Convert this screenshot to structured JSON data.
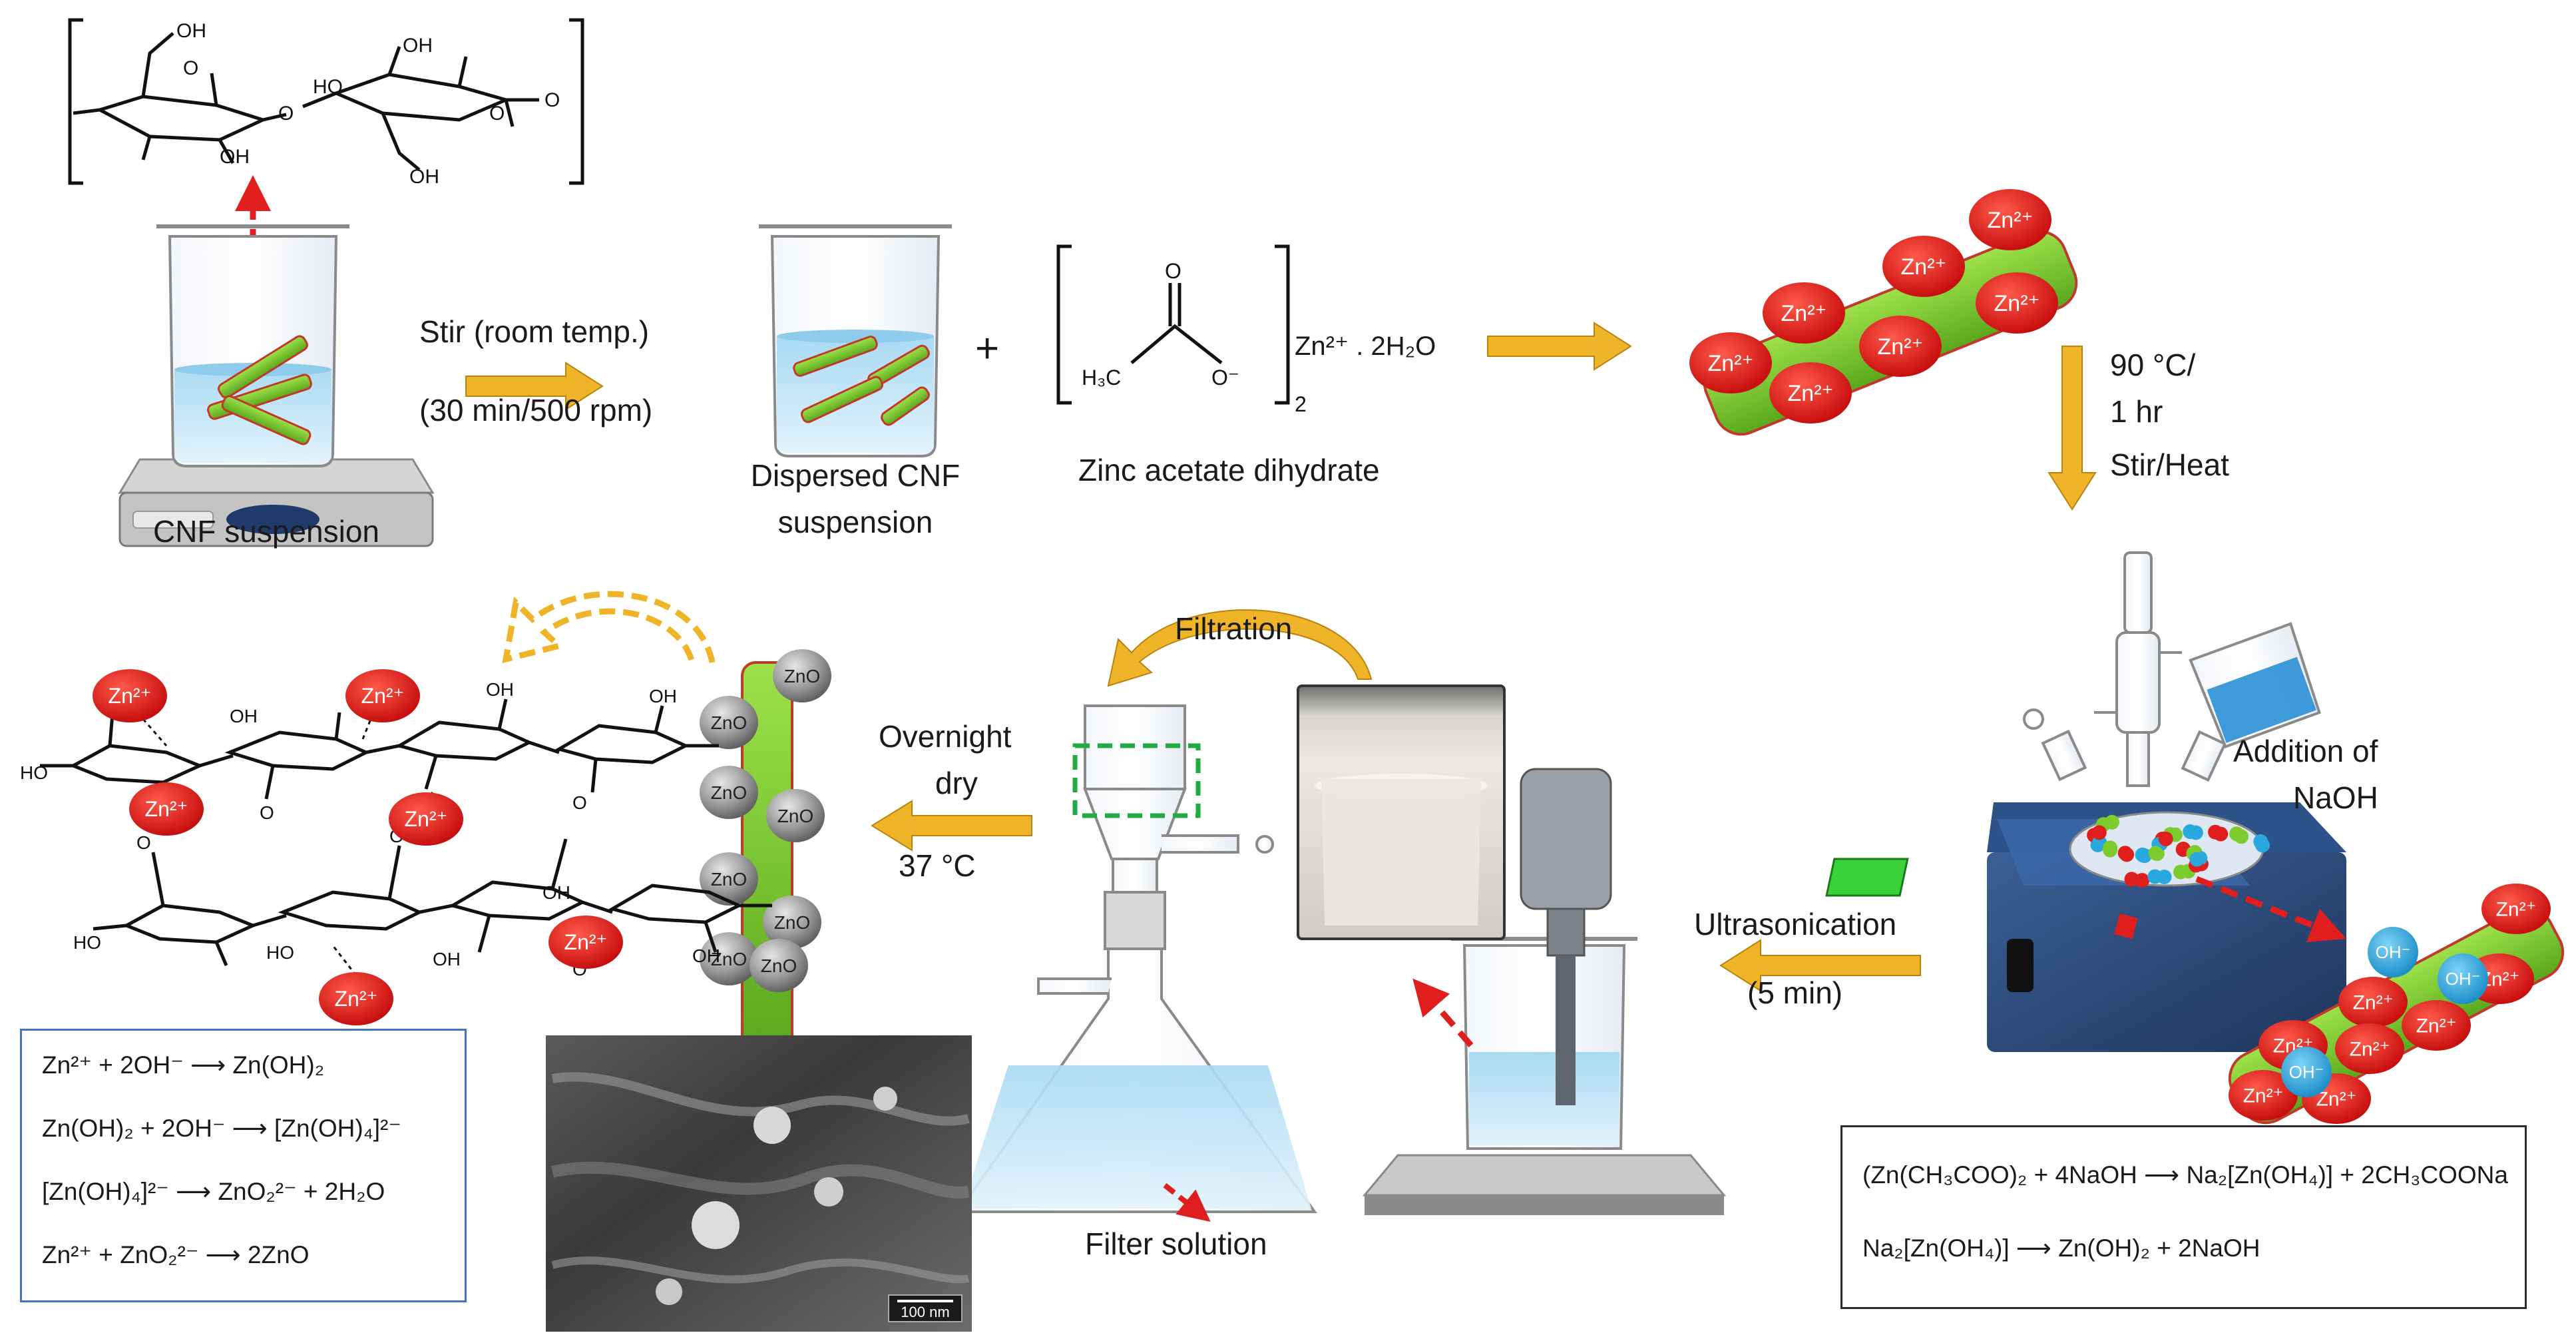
{
  "labels": {
    "cnf_suspension": "CNF suspension",
    "stir_line1": "Stir (room temp.)",
    "stir_line2": "(30 min/500 rpm)",
    "dispersed_line1": "Dispersed  CNF",
    "dispersed_line2": "suspension",
    "plus": "+",
    "zinc_acetate": "Zinc acetate dihydrate",
    "zn_formula": "Zn²⁺ . 2H₂O",
    "heat_line1": "90 °C/",
    "heat_line2": "1 hr",
    "heat_line3": "Stir/Heat",
    "addition_line1": "Addition of",
    "addition_line2": "NaOH",
    "ultrasonication": "Ultrasonication",
    "ultra_time": "(5 min)",
    "filtration": "Filtration",
    "filter_solution": "Filter solution",
    "overnight_line1": "Overnight",
    "overnight_line2": "dry",
    "dry_temp": "37 °C",
    "scale_bar": "100 nm"
  },
  "molecule": {
    "oh": "OH",
    "o": "O",
    "ch3": "H₃C",
    "o_minus": "O⁻",
    "subscript2": "2"
  },
  "ions": {
    "zn": "Zn²⁺",
    "oh": "OH⁻",
    "zno": "ZnO"
  },
  "equations_left": [
    "Zn²⁺ + 2OH⁻ ⟶ Zn(OH)₂",
    "Zn(OH)₂ + 2OH⁻ ⟶ [Zn(OH)₄]²⁻",
    "[Zn(OH)₄]²⁻ ⟶ ZnO₂²⁻ + 2H₂O",
    "Zn²⁺ + ZnO₂²⁻ ⟶ 2ZnO"
  ],
  "equations_right": [
    "(Zn(CH₃COO)₂ + 4NaOH ⟶ Na₂[Zn(OH₄)] + 2CH₃COONa",
    "Na₂[Zn(OH₄)] ⟶ Zn(OH)₂ + 2NaOH"
  ],
  "colors": {
    "arrow": "#f0b429",
    "fiber": "#7ccc2e",
    "zn_ion": "#e01e1e",
    "oh_ion": "#29a8e0",
    "zno_ball": "#9a9a9a",
    "machine": "#2b4a7a",
    "liquid": "#bfe3f5",
    "box_border_left": "#4472c4"
  }
}
